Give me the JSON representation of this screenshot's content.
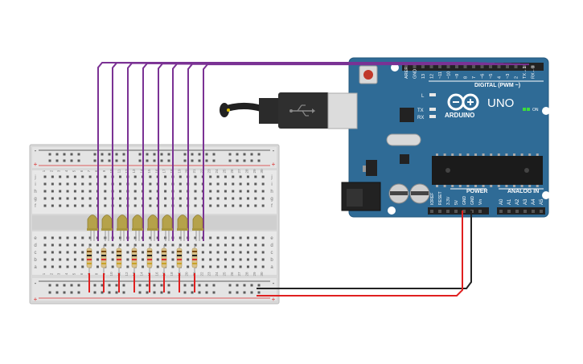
{
  "arduino": {
    "brand": "ARDUINO",
    "model": "UNO",
    "digital_label": "DIGITAL (PWM ~)",
    "power_label": "POWER",
    "analog_label": "ANALOG IN",
    "on_label": "ON",
    "l_label": "L",
    "tx_label": "TX",
    "rx_label": "RX",
    "top_pins": [
      "AREF",
      "GND",
      "13",
      "12",
      "~11",
      "~10",
      "~9",
      "8",
      "7",
      "~6",
      "~5",
      "4",
      "~3",
      "2",
      "TX→1",
      "RX←0"
    ],
    "power_pins": [
      "IOREF",
      "RESET",
      "3.3V",
      "5V",
      "GND",
      "GND",
      "Vin"
    ],
    "analog_pins": [
      "A0",
      "A1",
      "A2",
      "A3",
      "A4",
      "A5"
    ]
  },
  "breadboard": {
    "row_letters_top": [
      "j",
      "i",
      "h",
      "g",
      "f"
    ],
    "row_letters_bottom": [
      "e",
      "d",
      "c",
      "b",
      "a"
    ],
    "columns": [
      "1",
      "2",
      "3",
      "4",
      "5",
      "6",
      "7",
      "8",
      "9",
      "10",
      "11",
      "12",
      "13",
      "14",
      "15",
      "16",
      "17",
      "18",
      "19",
      "20",
      "21",
      "22",
      "23",
      "24",
      "25",
      "26",
      "27",
      "28",
      "29",
      "30"
    ],
    "plus": "+",
    "minus": "-"
  },
  "components": {
    "led_count": 8,
    "resistor_count": 8,
    "led_color": "#b5a24a",
    "wire_purple": "#7b3294",
    "wire_red": "#e02020",
    "wire_black": "#222222",
    "board_blue": "#2f6b96"
  }
}
